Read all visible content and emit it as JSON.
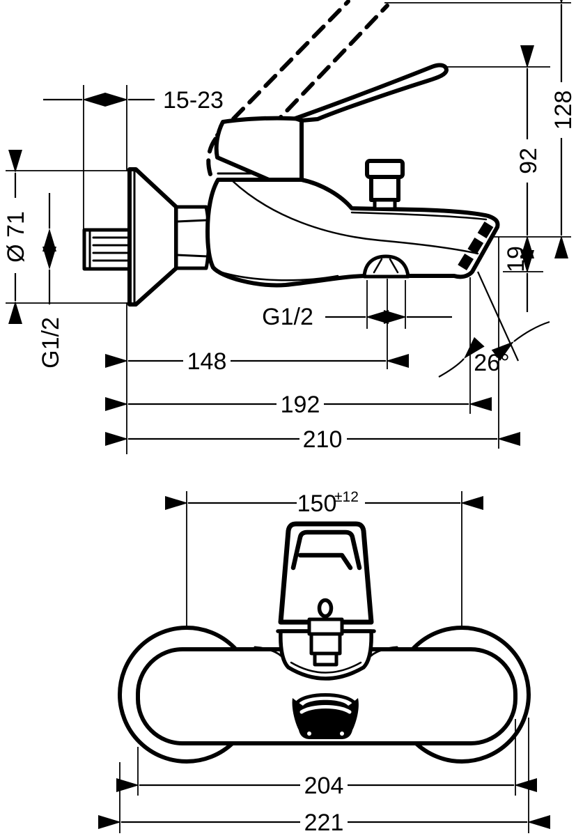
{
  "drawing": {
    "title": "wall-mounted single-lever bath mixer dimension drawing",
    "line_color": "#000000",
    "background_color": "#ffffff",
    "side_view": {
      "dim": {
        "wall_offset": "15-23",
        "escutcheon_diameter": "Ø 71",
        "supply_thread": "G1/2",
        "outlet_thread": "G1/2",
        "lever_height": "92",
        "raised_lever_height": "128",
        "spout_drop": "19",
        "outlet_offset": "148",
        "spout_reach": "192",
        "total_depth": "210",
        "spout_angle": "26°"
      }
    },
    "front_view": {
      "dim": {
        "connection_spacing": "150",
        "connection_tolerance": "±12",
        "body_width": "204",
        "total_width": "221"
      }
    }
  }
}
